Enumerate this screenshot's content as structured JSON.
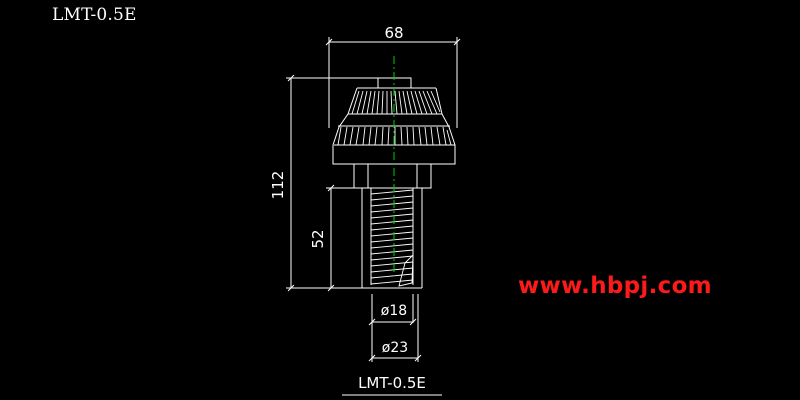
{
  "drawing": {
    "corner_title": "LMT-0.5E",
    "bottom_title": "LMT-0.5E",
    "watermark": "www.hbpj.com",
    "dimensions": {
      "top_width": "68",
      "total_height": "112",
      "thread_length": "52",
      "inner_diameter": "ø18",
      "outer_diameter": "ø23"
    },
    "colors": {
      "background": "#000000",
      "line": "#ffffff",
      "centerline": "#00cc00",
      "watermark": "#ff1a1a"
    }
  }
}
